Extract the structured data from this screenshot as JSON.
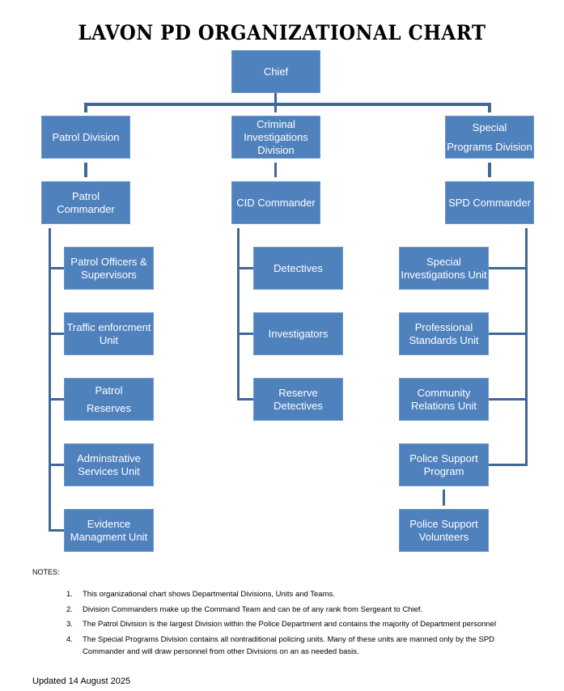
{
  "title": "LAVON PD ORGANIZATIONAL CHART",
  "colors": {
    "box": "#4f81bd",
    "connector": "#41679a"
  },
  "chief": "Chief",
  "divisions": [
    {
      "name": "Patrol Division",
      "commander": "Patrol\nCommander",
      "units": [
        "Patrol Officers &\nSupervisors",
        "Traffic enforcment\nUnit",
        "Patrol\n\nReserves",
        "Adminstrative\nServices Unit",
        "Evidence\nManagment Unit"
      ]
    },
    {
      "name": "Criminal\nInvestigations\nDivision",
      "commander": "CID Commander",
      "units": [
        "Detectives",
        "Investigators",
        "Reserve\nDetectives"
      ]
    },
    {
      "name": "Special\n\nPrograms Division",
      "commander": "SPD Commander",
      "units": [
        "Special\nInvestigations Unit",
        "Professional\nStandards Unit",
        "Community\nRelations Unit",
        "Police Support\nProgram"
      ],
      "sub_unit": "Police Support\nVolunteers"
    }
  ],
  "notes": {
    "heading": "NOTES:",
    "items": [
      {
        "num": "1.",
        "text": "This organizational chart shows Departmental Divisions, Units and Teams."
      },
      {
        "num": "2.",
        "text": "Division Commanders make up the Command Team and can be of any rank from Sergeant to Chief."
      },
      {
        "num": "3.",
        "text": "The Patrol Division is the largest Division within the Police Department and contains the majority of Department personnel"
      },
      {
        "num": "4.",
        "text": "The Special Programs Division contains all nontraditional policing units.  Many of these units are manned only by the SPD Commander and will draw personnel from other Divisions on an as needed basis."
      }
    ]
  },
  "updated": "Updated 14 August 2025"
}
